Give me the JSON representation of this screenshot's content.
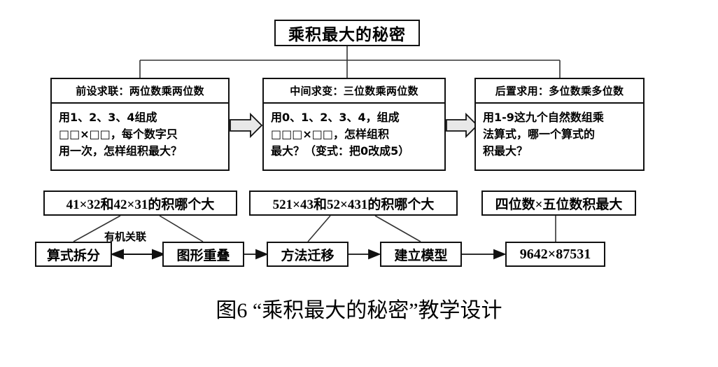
{
  "title": {
    "text": "乘积最大的秘密"
  },
  "stages": [
    {
      "header": "前设求联：两位数乘两位数",
      "lines": [
        "用1、2、3、4组成",
        "□□×□□，每个数字只",
        "用一次，怎样组积最大？"
      ]
    },
    {
      "header": "中间求变：三位数乘两位数",
      "lines": [
        "用0、1、2、3、4，组成",
        "□□□×□□，怎样组积",
        "最大？（变式：把0改成5）"
      ]
    },
    {
      "header": "后置求用：多位数乘多位数",
      "lines": [
        "用1-9这九个自然数组乘",
        "法算式，哪一个算式的",
        "积最大？"
      ]
    }
  ],
  "mid_row": [
    {
      "label": "41×32和42×31的积哪个大"
    },
    {
      "label": "521×43和52×431的积哪个大"
    },
    {
      "label": "四位数×五位数积最大"
    }
  ],
  "bottom_row": [
    {
      "label": "算式拆分"
    },
    {
      "label": "图形重叠"
    },
    {
      "label": "方法迁移"
    },
    {
      "label": "建立模型"
    },
    {
      "label": "9642×87531"
    }
  ],
  "link_label": "有机关联",
  "caption": "图6 “乘积最大的秘密”教学设计",
  "colors": {
    "stroke": "#111111",
    "background": "#ffffff",
    "arrow_fill": "#e8e8e8"
  }
}
